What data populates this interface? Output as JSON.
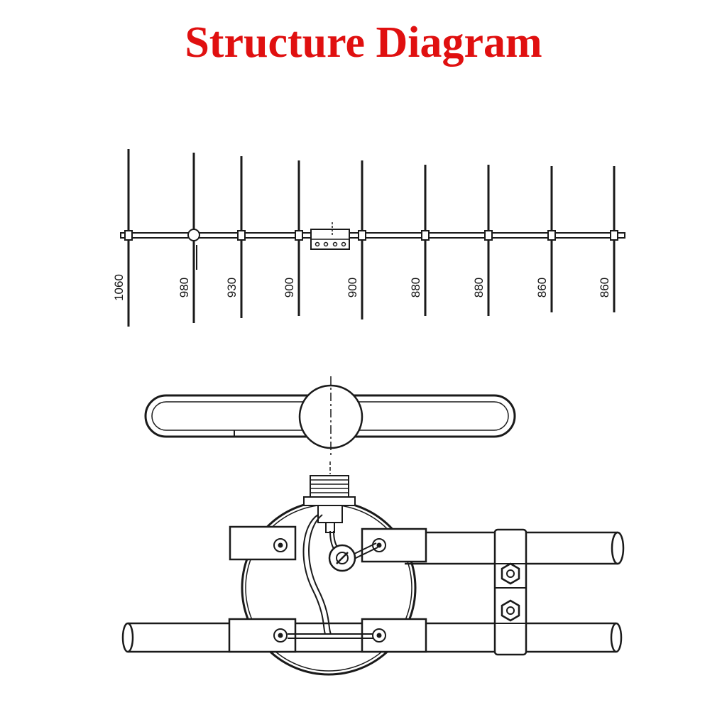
{
  "title": "Structure Diagram",
  "colors": {
    "title": "#e01010",
    "ink": "#1a1a1a"
  },
  "elements": [
    {
      "length": "1060"
    },
    {
      "length": "980"
    },
    {
      "length": "930"
    },
    {
      "length": "900"
    },
    {
      "length": "900"
    },
    {
      "length": "880"
    },
    {
      "length": "880"
    },
    {
      "length": "860"
    },
    {
      "length": "860"
    }
  ]
}
